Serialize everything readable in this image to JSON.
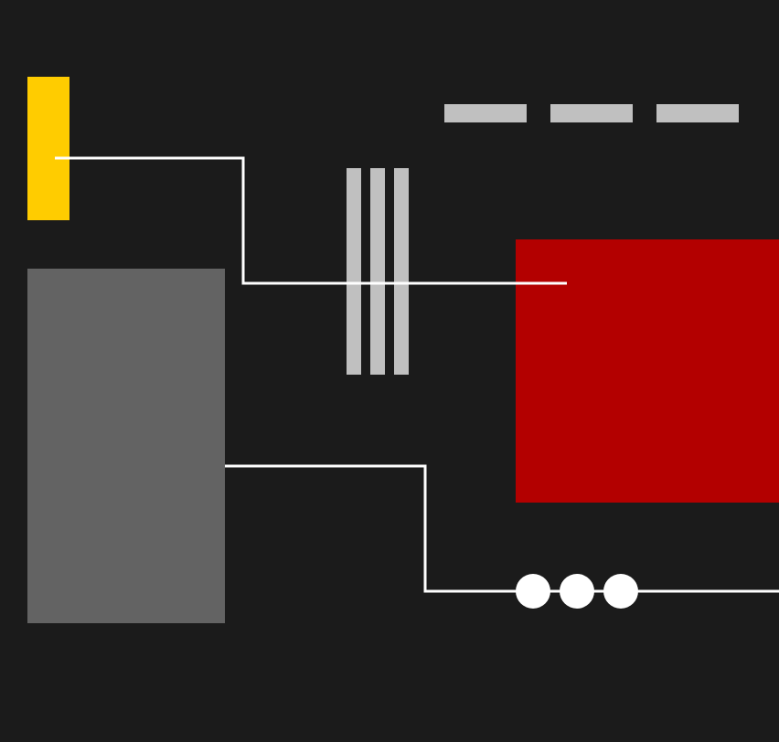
{
  "colors": {
    "background": "#1b1b1b",
    "yellow": "#ffcc00",
    "gray": "#636363",
    "red": "#b30000",
    "light_gray": "#c0c0c0",
    "white": "#ffffff"
  },
  "shapes": {
    "dashes": 3,
    "vertical_bars": 3,
    "dots": 3
  }
}
